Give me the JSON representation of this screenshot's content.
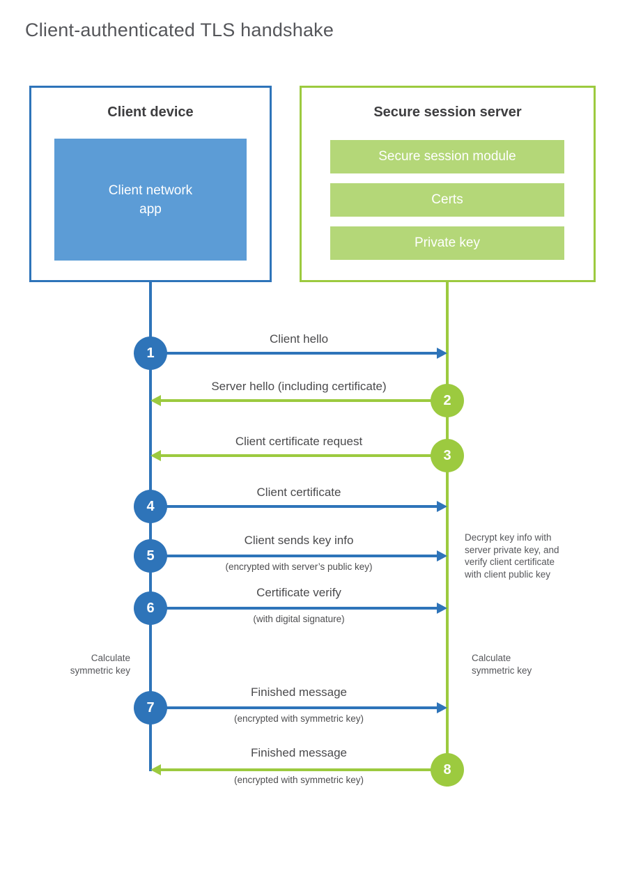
{
  "title": "Client-authenticated TLS handshake",
  "colors": {
    "blue": "#2e74b9",
    "light_blue": "#5c9cd6",
    "green": "#9cca3f",
    "light_green": "#b4d778",
    "heading_text": "#3d3d3f",
    "label_text": "#4a4a4c",
    "title_text": "#55565a"
  },
  "client_box": {
    "title": "Client device",
    "app_label": "Client network\napp"
  },
  "server_box": {
    "title": "Secure session server",
    "modules": [
      "Secure session module",
      "Certs",
      "Private key"
    ]
  },
  "arrows": [
    {
      "number": "1",
      "label": "Client hello",
      "sublabel": "",
      "direction": "right",
      "from": "client",
      "to": "server"
    },
    {
      "number": "2",
      "label": "Server hello (including certificate)",
      "sublabel": "",
      "direction": "left",
      "from": "server",
      "to": "client"
    },
    {
      "number": "3",
      "label": "Client certificate request",
      "sublabel": "",
      "direction": "left",
      "from": "server",
      "to": "client"
    },
    {
      "number": "4",
      "label": "Client certificate",
      "sublabel": "",
      "direction": "right",
      "from": "client",
      "to": "server"
    },
    {
      "number": "5",
      "label": "Client sends key info",
      "sublabel": "(encrypted with server’s public key)",
      "direction": "right",
      "from": "client",
      "to": "server"
    },
    {
      "number": "6",
      "label": "Certificate verify",
      "sublabel": "(with digital signature)",
      "direction": "right",
      "from": "client",
      "to": "server"
    },
    {
      "number": "7",
      "label": "Finished message",
      "sublabel": "(encrypted with symmetric key)",
      "direction": "right",
      "from": "client",
      "to": "server"
    },
    {
      "number": "8",
      "label": "Finished message",
      "sublabel": "(encrypted with symmetric key)",
      "direction": "left",
      "from": "server",
      "to": "client"
    }
  ],
  "notes": {
    "decrypt": "Decrypt key info with\nserver private key, and\nverify client certificate\nwith client public key",
    "calc_client": "Calculate\nsymmetric key",
    "calc_server": "Calculate\nsymmetric key"
  }
}
